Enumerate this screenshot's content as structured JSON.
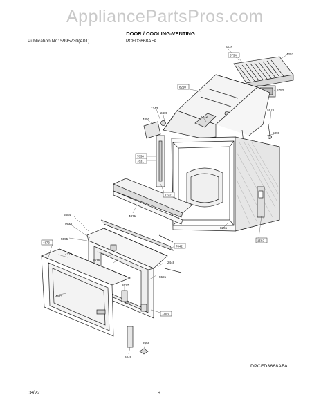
{
  "header": {
    "publication": "Publication No: 5995730(A01)",
    "model": "PCFD3668AFA",
    "title": "DOOR / COOLING-VENTING",
    "watermark": "AppliancePartsPros.com"
  },
  "parts": {
    "p5640": "5640",
    "p5734": "5734",
    "p4253": "4253",
    "p8210": "8210",
    "p5752": "5752",
    "p1343": "1343",
    "p2409": "2409",
    "p2212": "2212",
    "p4870": "4870",
    "p4850": "4850",
    "p5398": "5398",
    "p7830": "7830",
    "p7831": "7831",
    "p1192": "1192",
    "p4871": "4871",
    "p5584": "5584",
    "p0928": "0928",
    "p5595": "5595",
    "p4873": "4873",
    "p8576": "8576",
    "p7042": "7042",
    "p4374": "4374",
    "p8261": "8261",
    "p1592": "1592",
    "p2448": "2448",
    "p5591": "5591",
    "p4672": "4672",
    "p2627": "2627",
    "p2553": "2553",
    "p7403": "7403",
    "p2956": "2956",
    "p1049": "1049"
  },
  "footer": {
    "model_code": "DPCFD3668AFA",
    "date": "08/22",
    "page": "9"
  }
}
